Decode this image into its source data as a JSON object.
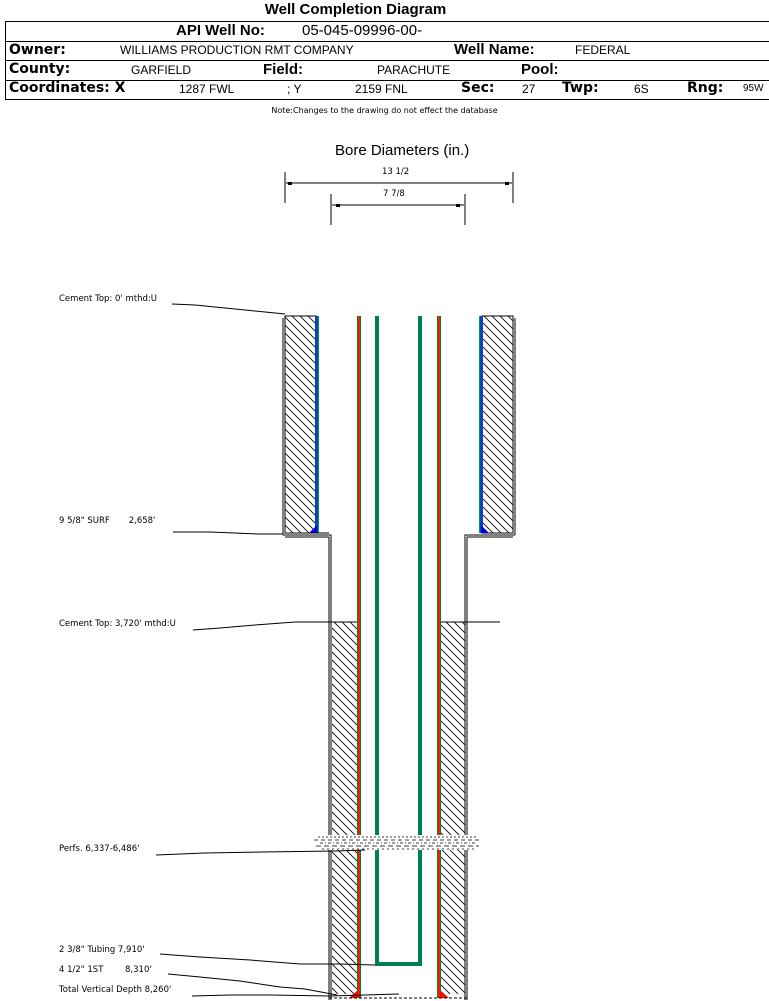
{
  "title": "Well Completion Diagram",
  "header": {
    "api_label": "API Well No:",
    "api_value": "05-045-09996-00-",
    "owner_label": "Owner:",
    "owner_value": "WILLIAMS PRODUCTION RMT COMPANY",
    "well_name_label": "Well Name:",
    "well_name_value": "FEDERAL",
    "county_label": "County:",
    "county_value": "GARFIELD",
    "field_label": "Field:",
    "field_value": "PARACHUTE",
    "pool_label": "Pool:",
    "pool_value": "",
    "coords_label": "Coordinates: X",
    "x_value": "1287 FWL",
    "y_label": "; Y",
    "y_value": "2159 FNL",
    "sec_label": "Sec:",
    "sec_value": "27",
    "twp_label": "Twp:",
    "twp_value": "6S",
    "rng_label": "Rng:",
    "rng_value": "95W"
  },
  "note": "Note:Changes to the drawing do not effect the database",
  "diagram": {
    "bore_title": "Bore Diameters (in.)",
    "bore_diameters": [
      "13 1/2",
      "7 7/8"
    ],
    "annotations": [
      {
        "label": "Cement Top: 0' mthd:U"
      },
      {
        "label": "9 5/8\" SURF       2,658'"
      },
      {
        "label": "Cement Top: 3,720' mthd:U"
      },
      {
        "label": "Perfs. 6,337-6,486'"
      },
      {
        "label": "2 3/8\" Tubing 7,910'"
      },
      {
        "label": "4 1/2\" 1ST        8,310'"
      },
      {
        "label": "Total Vertical Depth 8,260'"
      }
    ],
    "colors": {
      "surface_casing": "#0000cc",
      "production_casing": "#dd2200",
      "tubing": "#008040",
      "casing_outline": "#00a040"
    }
  }
}
